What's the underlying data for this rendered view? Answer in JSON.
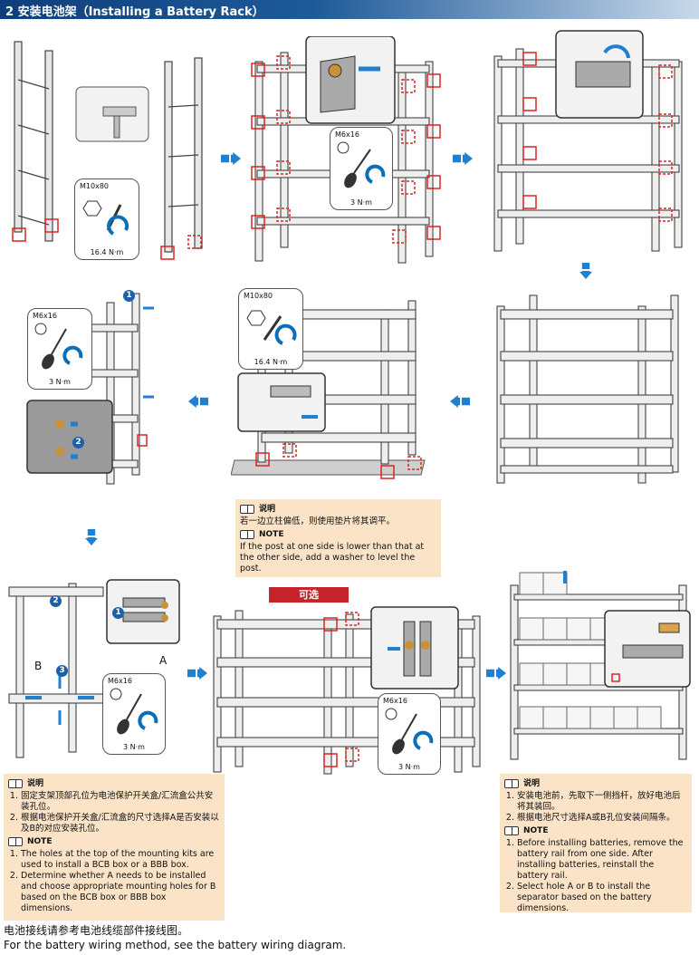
{
  "header": {
    "title": "2 安装电池架（Installing a Battery Rack）"
  },
  "callouts": {
    "c1": {
      "size": "M10x80",
      "torque": "16.4 N·m"
    },
    "c2": {
      "size": "M6x16",
      "torque": "3 N·m"
    },
    "c3": {
      "size": "M6x16",
      "torque": "3 N·m"
    },
    "c4": {
      "size": "M10x80",
      "torque": "16.4 N·m"
    },
    "c5": {
      "size": "M6x16",
      "torque": "3 N·m"
    },
    "c6": {
      "size": "M6x16",
      "torque": "3 N·m"
    }
  },
  "markers": {
    "one": "1",
    "two": "2",
    "three": "3",
    "a": "A",
    "b": "B"
  },
  "note_mid": {
    "cn_title": "说明",
    "cn_text": "若一边立柱偏低，则使用垫片将其调平。",
    "en_title": "NOTE",
    "en_text": "If the post at one side is lower than that at the other side, add a washer to level the post."
  },
  "optional_label": "可选（Optional）",
  "note_left": {
    "cn_title": "说明",
    "cn_items": [
      "固定支架顶部孔位为电池保护开关盒/汇流盒公共安装孔位。",
      "根据电池保护开关盒/汇流盒的尺寸选择A是否安装以及B的对应安装孔位。"
    ],
    "en_title": "NOTE",
    "en_items": [
      "The holes at the top of the mounting kits are used to install a BCB box or a BBB box.",
      "Determine whether A needs to be installed and choose appropriate mounting holes for B based on the BCB box or BBB box dimensions."
    ]
  },
  "note_right": {
    "cn_title": "说明",
    "cn_items": [
      "安装电池前，先取下一侧挡杆，放好电池后将其装回。",
      "根据电池尺寸选择A或B孔位安装间隔条。"
    ],
    "en_title": "NOTE",
    "en_items": [
      "Before installing batteries, remove the battery rail from one side. After installing batteries, reinstall the battery rail.",
      "Select hole A or B to install the separator based on the battery dimensions."
    ]
  },
  "footer": {
    "cn": "电池接线请参考电池线缆部件接线图。",
    "en": "For the battery wiring method, see the battery wiring diagram."
  }
}
